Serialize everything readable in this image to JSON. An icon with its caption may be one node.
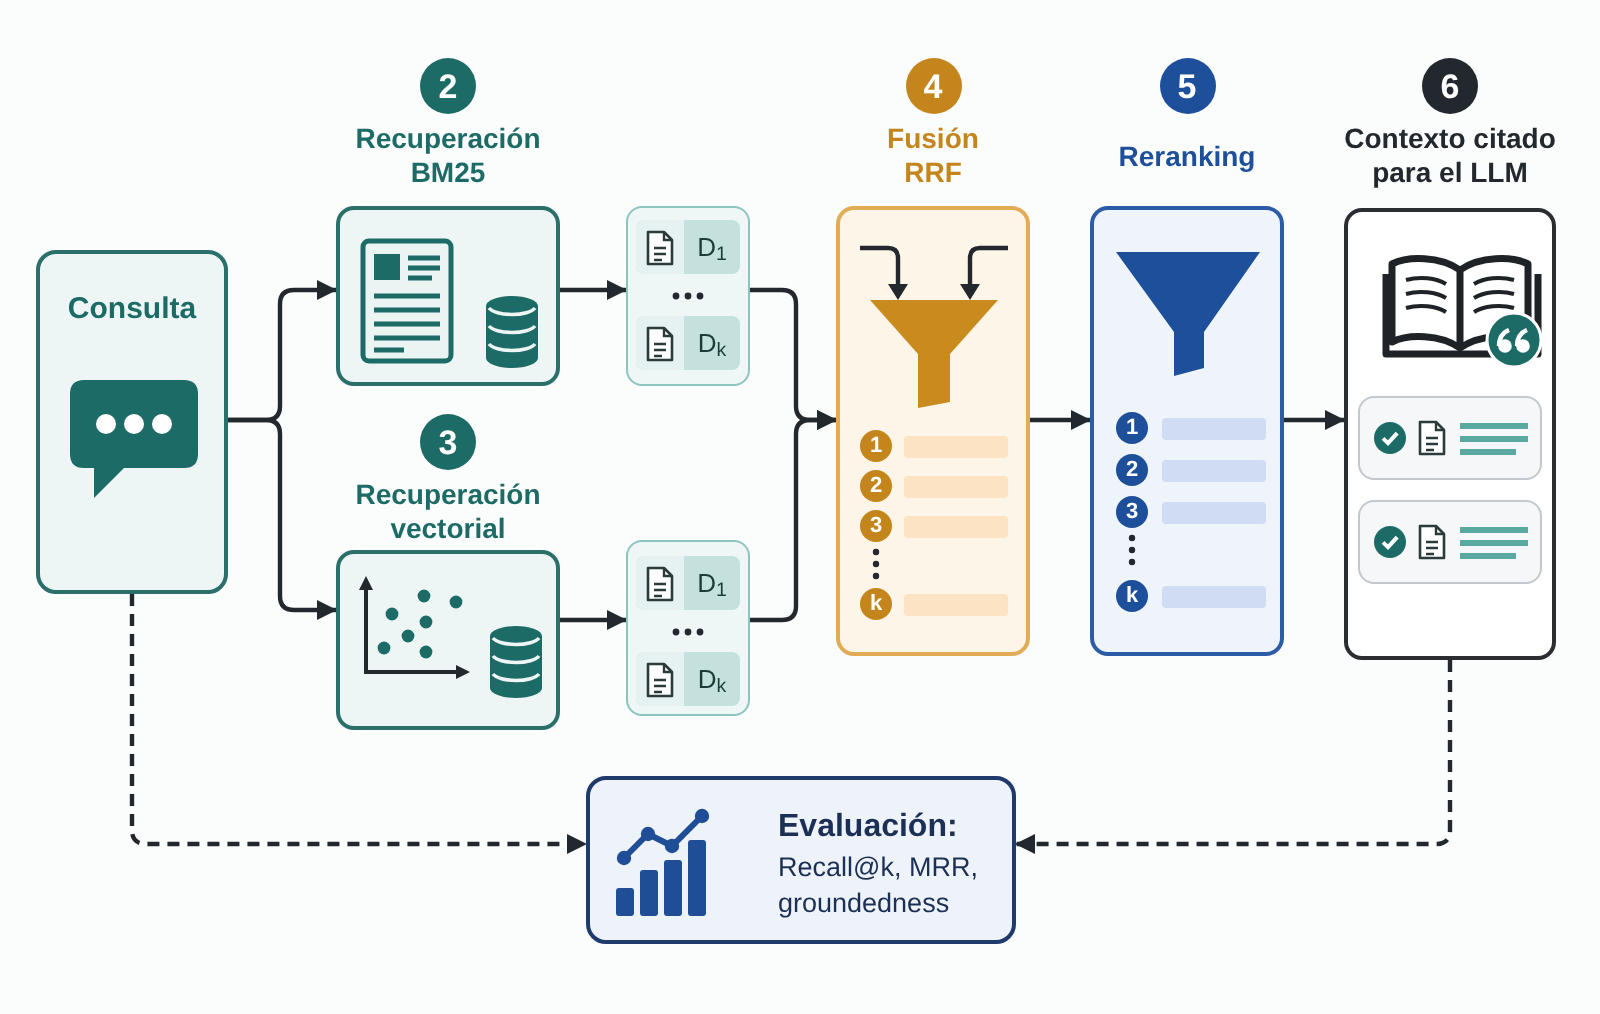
{
  "diagram": {
    "nodes": [
      {
        "text": [
          "Consulta"
        ]
      },
      {
        "text": [
          "2",
          "Recuperación BM25"
        ]
      },
      {
        "text": [],
        "shape": "box"
      },
      {
        "text": [
          "D$_{1}$"
        ],
        "in": 2
      },
      {
        "text": [
          "D$_{k}$"
        ],
        "in": 2
      },
      {
        "text": [
          "3",
          "Recuperación vectorial"
        ]
      },
      {
        "text": [],
        "shape": "box"
      },
      {
        "text": [
          "D$_{1}$"
        ],
        "in": 6
      },
      {
        "text": [
          "D$_{k}$"
        ],
        "in": 6
      },
      {
        "text": [
          "4",
          "Fusión RRF",
          "1",
          "2",
          "3",
          "k"
        ]
      },
      {
        "text": [
          "5",
          "Reranking",
          "1",
          "2",
          "3",
          "k"
        ]
      },
      {
        "text": [
          "6",
          "Contexto citado para el LLM"
        ]
      },
      {
        "text": [
          "Evaluación:",
          "Recall@k, MRR, groundedness"
        ]
      }
    ],
    "edges": [
      {
        "from": 0,
        "to": 1,
        "arrow": "to"
      },
      {
        "from": 0,
        "to": 5,
        "arrow": "to"
      },
      {
        "from": 1,
        "to": 2,
        "arrow": "to"
      },
      {
        "from": 5,
        "to": 6,
        "arrow": "to"
      },
      {
        "from": 2,
        "to": 9,
        "arrow": "to"
      },
      {
        "from": 6,
        "to": 9,
        "arrow": "to"
      },
      {
        "from": 9,
        "to": 10,
        "arrow": "to"
      },
      {
        "from": 10,
        "to": 11,
        "arrow": "to"
      },
      {
        "from": 0,
        "to": 12,
        "arrow": "to",
        "style": "dashed"
      },
      {
        "from": 11,
        "to": 12,
        "arrow": "to",
        "style": "dashed"
      }
    ]
  }
}
